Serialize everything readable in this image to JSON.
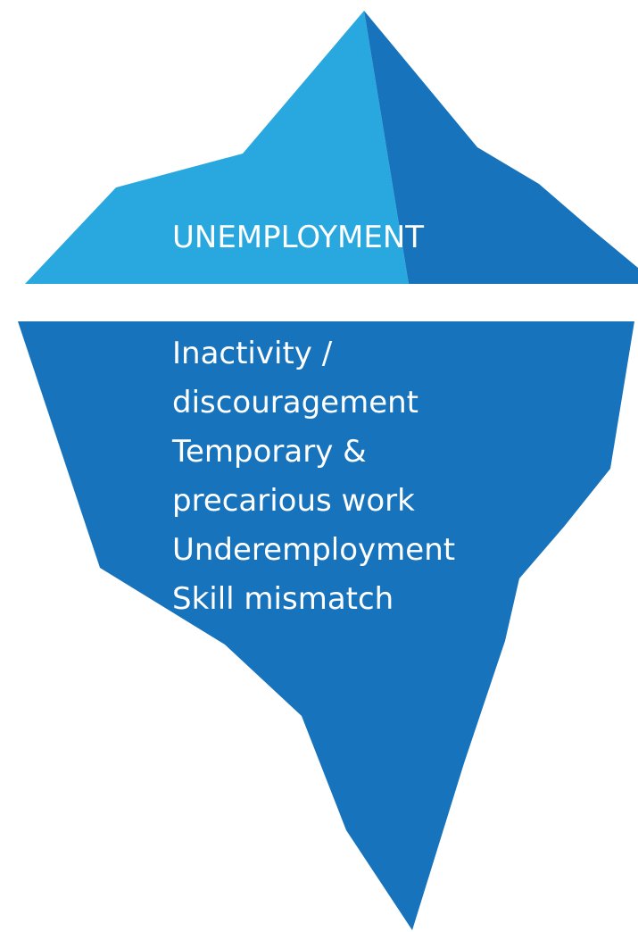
{
  "diagram": {
    "above_water_label": "UNEMPLOYMENT",
    "below_water_items": [
      "Inactivity /",
      "discouragement",
      "Temporary &",
      "precarious work",
      "Underemployment",
      "Skill mismatch"
    ],
    "colors": {
      "tip_light": "#29A8E0",
      "tip_dark": "#1873BD",
      "submerged": "#1873BD",
      "text": "#FFFFFF"
    }
  }
}
